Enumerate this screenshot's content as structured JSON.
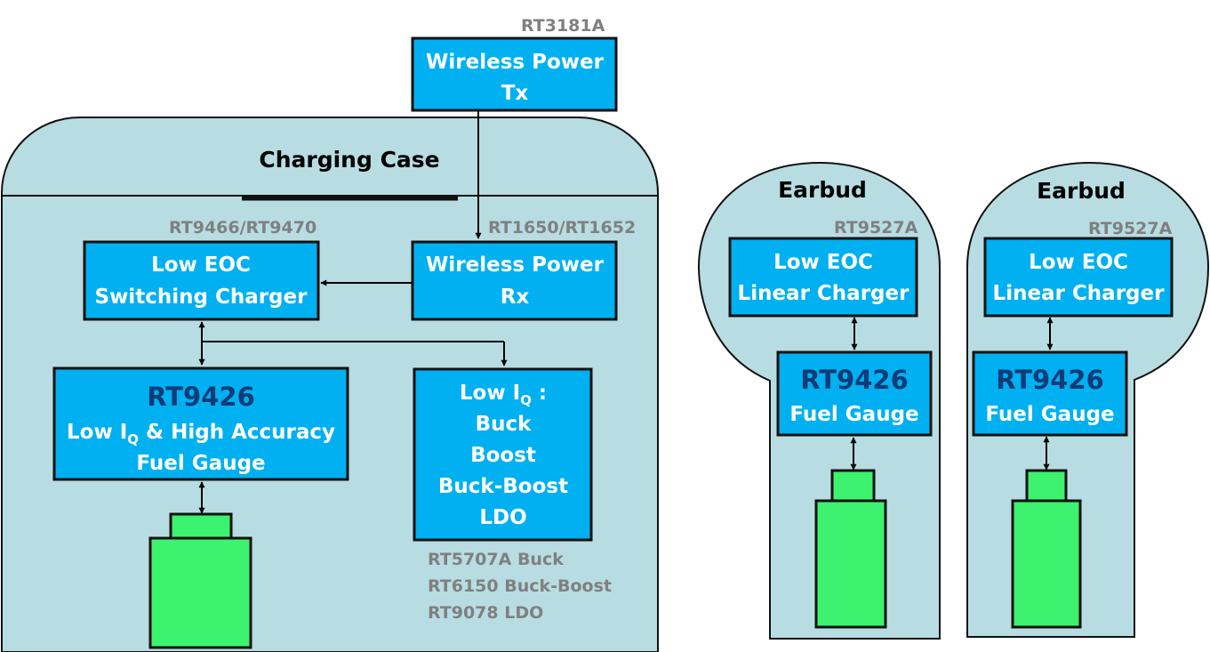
{
  "colors": {
    "case_fill": "#b7dde2",
    "block_fill": "#00b0f0",
    "battery_fill": "#3cf26e",
    "part_text": "#808080",
    "highlight_text": "#0f3b78"
  },
  "tx": {
    "part": "RT3181A",
    "line1": "Wireless Power",
    "line2": "Tx"
  },
  "case": {
    "title": "Charging Case",
    "rx": {
      "part": "RT1650/RT1652",
      "line1": "Wireless Power",
      "line2": "Rx"
    },
    "charger": {
      "part": "RT9466/RT9470",
      "line1": "Low EOC",
      "line2": "Switching Charger"
    },
    "gauge": {
      "name": "RT9426",
      "line1_pre": "Low I",
      "line1_sub": "Q",
      "line1_post": " & High Accuracy",
      "line2": "Fuel Gauge"
    },
    "power": {
      "head_pre": "Low I",
      "head_sub": "Q",
      "head_post": " :",
      "items": [
        "Buck",
        "Boost",
        "Buck-Boost",
        "LDO"
      ],
      "parts": [
        "RT5707A Buck",
        "RT6150 Buck-Boost",
        "RT9078 LDO"
      ]
    }
  },
  "earbuds": [
    {
      "title": "Earbud",
      "part": "RT9527A",
      "charger_line1": "Low EOC",
      "charger_line2": "Linear Charger",
      "gauge_name": "RT9426",
      "gauge_line": "Fuel Gauge"
    },
    {
      "title": "Earbud",
      "part": "RT9527A",
      "charger_line1": "Low EOC",
      "charger_line2": "Linear Charger",
      "gauge_name": "RT9426",
      "gauge_line": "Fuel Gauge"
    }
  ]
}
